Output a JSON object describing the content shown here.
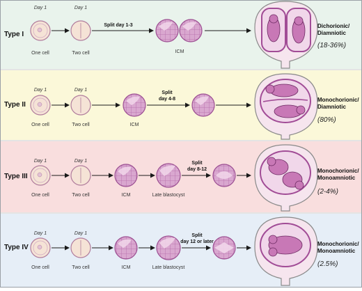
{
  "colors": {
    "row_backgrounds": [
      "#e9f3ec",
      "#fbf8d9",
      "#f9dede",
      "#e6eef7"
    ],
    "border": "#9aa0a6",
    "embryo_purple": "#b04fa3",
    "embryo_light": "#f1d7ea",
    "cell_fill": "#f5e3d6",
    "uterus_fill": "#f6e5ee",
    "uterus_stroke": "#8a8a8a",
    "arrow": "#1a1a1a"
  },
  "rows": [
    {
      "type_label": "Type I",
      "stages": [
        {
          "day": "Day 1",
          "caption": "One cell"
        },
        {
          "day": "Day 1",
          "caption": "Two cell"
        }
      ],
      "split_label": "Split day 1-3",
      "icm_label": "ICM",
      "late_label": "",
      "outcome_line1": "Dichorionic/",
      "outcome_line2": "Diamniotic",
      "percent": "(18-36%)"
    },
    {
      "type_label": "Type II",
      "stages": [
        {
          "day": "Day 1",
          "caption": "One cell"
        },
        {
          "day": "Day 1",
          "caption": "Two cell"
        }
      ],
      "split_line1": "Split",
      "split_line2": "day 4-8",
      "icm_label": "ICM",
      "outcome_line1": "Monochorionic/",
      "outcome_line2": "Diamniotic",
      "percent": "(80%)"
    },
    {
      "type_label": "Type III",
      "stages": [
        {
          "day": "Day 1",
          "caption": "One cell"
        },
        {
          "day": "Day 1",
          "caption": "Two cell"
        }
      ],
      "split_line1": "Split",
      "split_line2": "day 8-12",
      "icm_label": "ICM",
      "late_label": "Late blastocyst",
      "outcome_line1": "Monochorionic/",
      "outcome_line2": "Monoamniotic",
      "percent": "(2-4%)"
    },
    {
      "type_label": "Type IV",
      "stages": [
        {
          "day": "Day 1",
          "caption": "One cell"
        },
        {
          "day": "Day 1",
          "caption": "Two cell"
        }
      ],
      "split_line1": "Split",
      "split_line2": "day 12 or later",
      "icm_label": "ICM",
      "late_label": "Late blastocyst",
      "outcome_line1": "Monochorionic/",
      "outcome_line2": "Monoamniotic",
      "percent": "(2.5%)"
    }
  ]
}
